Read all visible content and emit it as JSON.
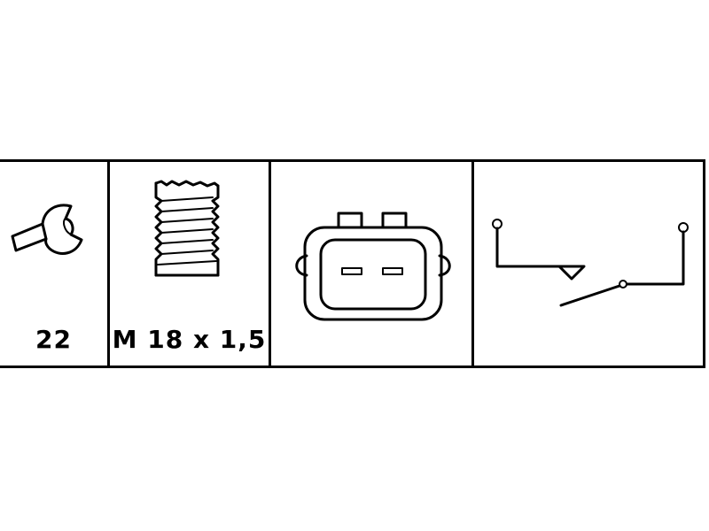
{
  "cells": {
    "wrench": {
      "icon": "wrench-icon",
      "label": "22"
    },
    "thread": {
      "icon": "threaded-bolt-icon",
      "label": "M 18 x 1,5"
    },
    "connector": {
      "icon": "two-pin-connector-icon",
      "label": ""
    },
    "switch": {
      "icon": "normally-open-switch-symbol",
      "label": ""
    }
  },
  "colors": {
    "line": "#000000",
    "background": "#ffffff"
  }
}
